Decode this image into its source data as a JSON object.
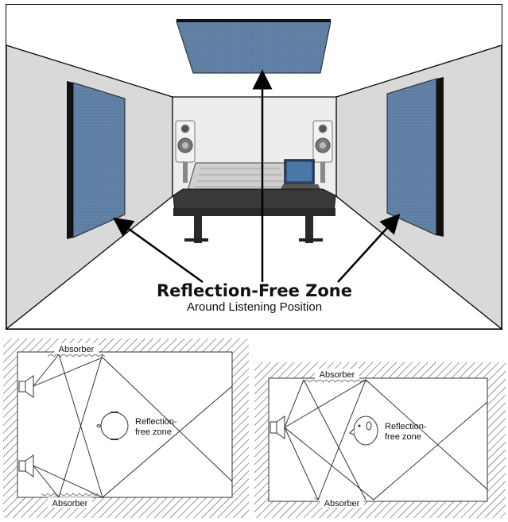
{
  "room": {
    "headline": "Reflection-Free Zone",
    "subheadline": "Around Listening Position"
  },
  "diagrams": {
    "left": {
      "absorber_top": "Absorber",
      "absorber_bottom": "Absorber",
      "zone_line1": "Reflection-",
      "zone_line2": "free zone"
    },
    "right": {
      "absorber_top": "Absorber",
      "absorber_bottom": "Absorber",
      "zone_line1": "Reflection-",
      "zone_line2": "free zone"
    }
  },
  "colors": {
    "panel_blue": "#5f7fa3",
    "wall_grey": "#d9d9d9",
    "back_wall": "#ededed",
    "console_dark": "#3a3a3a"
  }
}
